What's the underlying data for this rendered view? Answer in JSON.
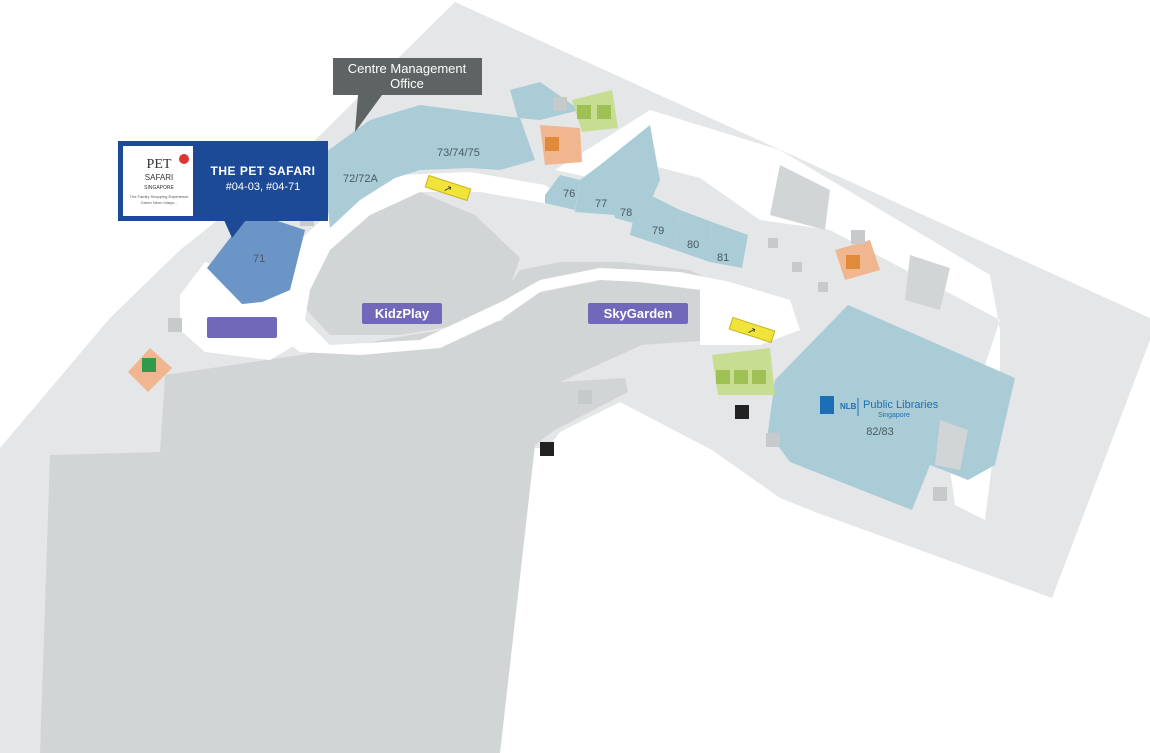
{
  "colors": {
    "floor": "#e4e6e7",
    "floor_dark": "#d2d5d6",
    "corridor": "#ffffff",
    "unit": "#a9ccd6",
    "unit_highlight": "#6a95c6",
    "zone": "#7068b8",
    "callout": "#5d6463",
    "pet_box": "#1d4a96",
    "restroom": "#c6dd92",
    "lift": "#f0b690",
    "escalator": "#f0e43a",
    "library_logo": "#1d6fb5"
  },
  "callout": {
    "line1": "Centre Management",
    "line2": "Office"
  },
  "featured_store": {
    "name": "THE PET SAFARI",
    "units": "#04-03, #04-71",
    "logo_lines": [
      "PET",
      "SAFARI",
      "SINGAPORE",
      "The Family Shopping Experience",
      "Green Neon Inlays..."
    ]
  },
  "zones": {
    "kidzplay": "KidzPlay",
    "skygarden": "SkyGarden"
  },
  "library": {
    "brand": "NLB",
    "name": "Public Libraries",
    "sub": "Singapore",
    "unit": "82/83"
  },
  "units": {
    "u71": "71",
    "u72": "72/72A",
    "u73": "73/74/75",
    "u76": "76",
    "u77": "77",
    "u78": "78",
    "u79": "79",
    "u80": "80",
    "u81": "81"
  },
  "icons": [
    "staircase-icon",
    "restroom-icon",
    "accessible-icon",
    "lift-icon",
    "escalator-icon",
    "nursing-room-icon",
    "fire-exit-icon"
  ]
}
